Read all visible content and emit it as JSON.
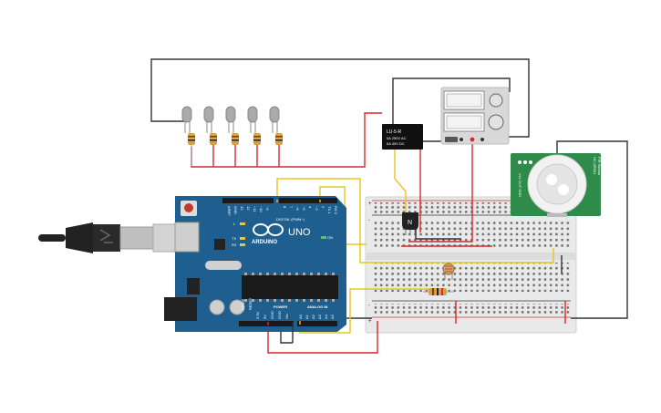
{
  "arduino": {
    "brand_label": "ARDUINO",
    "model_label": "UNO",
    "digital_label": "DIGITAL (PWM~)",
    "power_label": "POWER",
    "analog_label": "ANALOG IN",
    "digital_pins": [
      "AREF",
      "GND",
      "13",
      "12",
      "~11",
      "~10",
      "~9",
      "8",
      "7",
      "~6",
      "~5",
      "4",
      "~3",
      "2",
      "TX 1",
      "RX 0"
    ],
    "power_pins": [
      "IOREF",
      "RESET",
      "3.3V",
      "5V",
      "GND",
      "GND",
      "Vin"
    ],
    "analog_pins": [
      "A0",
      "A1",
      "A2",
      "A3",
      "A4",
      "A5"
    ],
    "led_labels": [
      "L",
      "TX",
      "RX"
    ],
    "on_label": "ON"
  },
  "relay": {
    "title": "LU-5-R",
    "line1": "5A 250V AC",
    "line2": "5A 30V DC"
  },
  "transistor": {
    "label": "N"
  },
  "pir": {
    "side_left": "HC-SR501",
    "side_right": "PIR Sensor",
    "bottom_left": "Vcc OUT GND"
  },
  "breadboard": {
    "plus": "+",
    "minus": "-"
  },
  "colors": {
    "arduino_board": "#1f5f8f",
    "breadboard": "#e9e9e9",
    "wire_black": "#333333",
    "wire_red": "#d42a2a",
    "wire_yellow": "#e6c51c",
    "pir_board": "#2e8b4a",
    "relay_body": "#111111",
    "power_supply": "#d8d8d8"
  }
}
